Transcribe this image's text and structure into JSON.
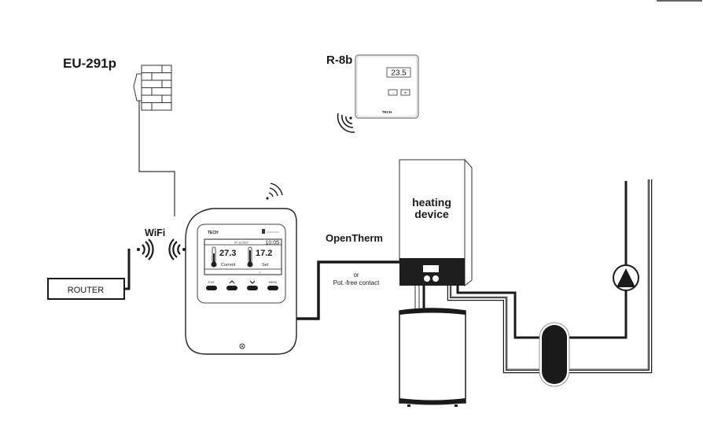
{
  "diagram": {
    "top_right_mark": "",
    "devices": {
      "sensor": {
        "label": "EU-291p"
      },
      "room_regulator": {
        "label": "R-8b",
        "display_value": "23.5",
        "minus_label": "-",
        "plus_label": "+",
        "brand": "TECH"
      },
      "controller": {
        "brand": "TECH",
        "screen": {
          "date": "07.12.2017",
          "time": "10:05",
          "current_temp": "27.3",
          "current_label": "Current",
          "set_temp": "17.2",
          "set_label": "Set",
          "footer": "I"
        },
        "buttons": [
          "EXIT",
          "^",
          "v",
          "MENU"
        ]
      },
      "router": {
        "label": "ROUTER"
      },
      "heating_device": {
        "label_line1": "heating",
        "label_line2": "device"
      }
    },
    "connections": {
      "wifi_label": "WiFi",
      "opentherm_label": "OpenTherm",
      "alt_label_line1": "or",
      "alt_label_line2": "Pot.-free contact"
    },
    "colors": {
      "ink": "#1a1a1a",
      "line_gray": "#555555",
      "background": "#ffffff"
    }
  }
}
